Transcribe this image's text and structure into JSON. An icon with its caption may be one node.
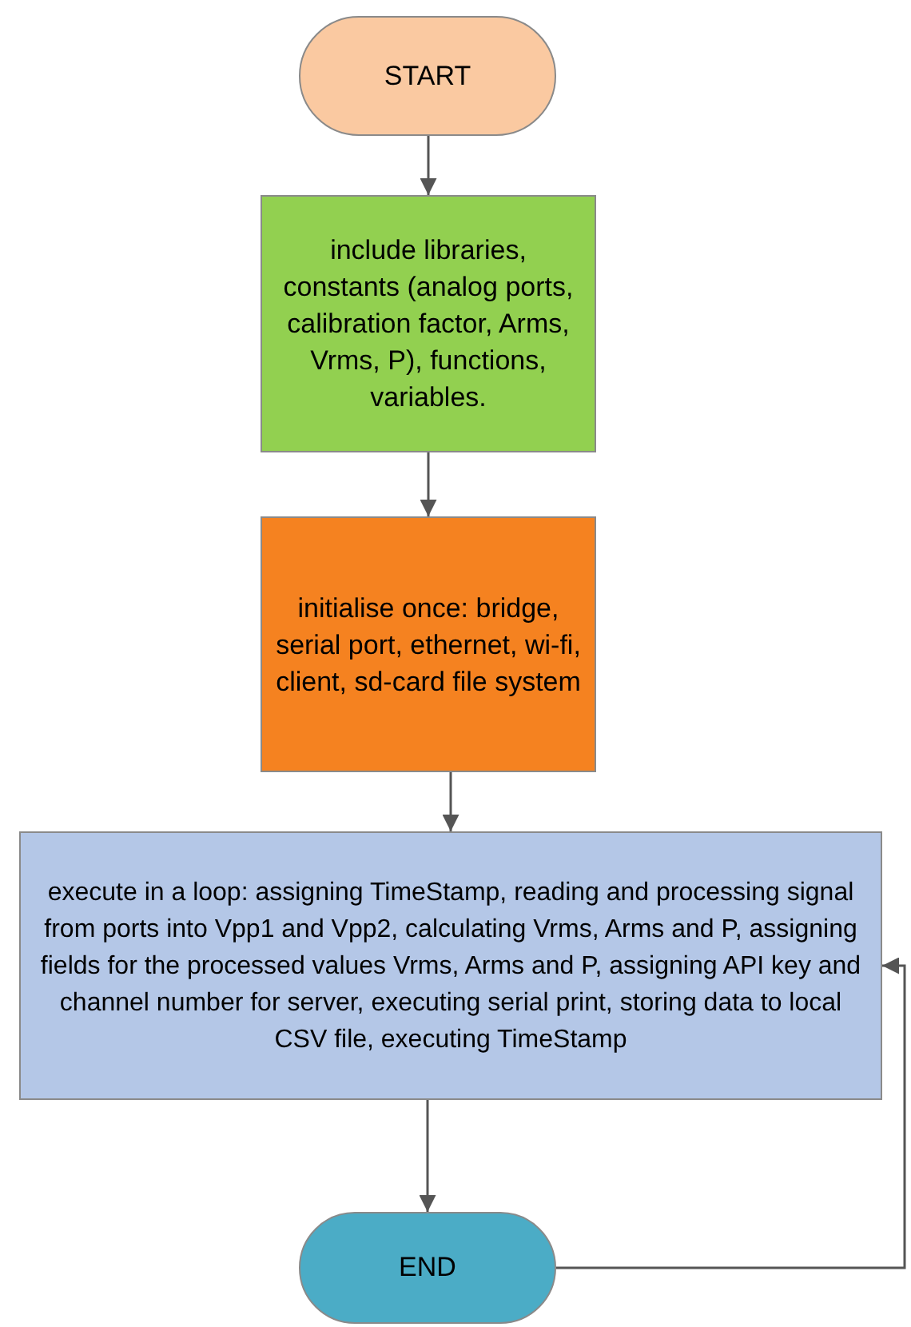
{
  "diagram": {
    "nodes": [
      {
        "text": [
          "START"
        ]
      },
      {
        "text": [
          "include libraries, constants (analog ports, calibration factor, Arms, Vrms, P), functions, variables."
        ]
      },
      {
        "text": [
          "initialise once: bridge, serial port, ethernet, wi-fi, client, sd-card file system"
        ]
      },
      {
        "text": [
          "execute in a loop: assigning TimeStamp, reading and processing signal from ports into Vpp1 and Vpp2, calculating Vrms, Arms and P, assigning fields for the processed values Vrms, Arms and P, assigning API key and channel number for server, executing serial print,  storing data to local CSV file, executing TimeStamp"
        ]
      },
      {
        "text": [
          "END"
        ]
      }
    ],
    "edges": [
      {
        "from": 0,
        "to": 1,
        "arrow": "to"
      },
      {
        "from": 1,
        "to": 2,
        "arrow": "to"
      },
      {
        "from": 2,
        "to": 3,
        "arrow": "to"
      },
      {
        "from": 3,
        "to": 4,
        "arrow": "to"
      },
      {
        "from": 4,
        "to": 3,
        "arrow": "to"
      }
    ]
  }
}
